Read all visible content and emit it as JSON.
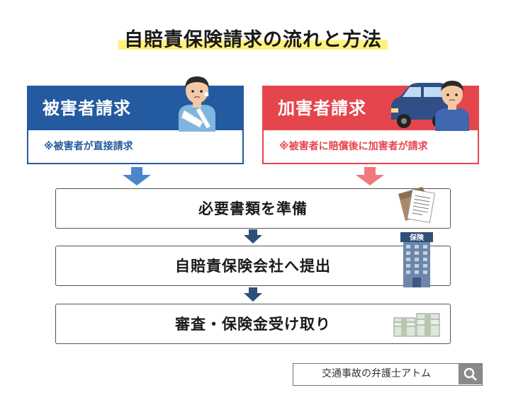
{
  "title": "自賠責保険請求の流れと方法",
  "victim": {
    "heading": "被害者請求",
    "note": "※被害者が直接請求"
  },
  "offender": {
    "heading": "加害者請求",
    "note": "※被害者に賠償後に加害者が請求"
  },
  "steps": [
    "必要書類を準備",
    "自賠責保険会社へ提出",
    "審査・保険金受け取り"
  ],
  "building_sign": "保険",
  "brand": "交通事故の弁護士アトム",
  "colors": {
    "victim": "#245a9f",
    "offender": "#e5454c",
    "victim_arrow": "#4a86c9",
    "offender_arrow": "#f0797e",
    "step_arrow": "#2e4f76",
    "highlight": "#fff27a"
  },
  "icons": [
    "injured-person-icon",
    "car-driver-icon",
    "documents-icon",
    "insurance-building-icon",
    "money-stack-icon",
    "search-icon"
  ]
}
